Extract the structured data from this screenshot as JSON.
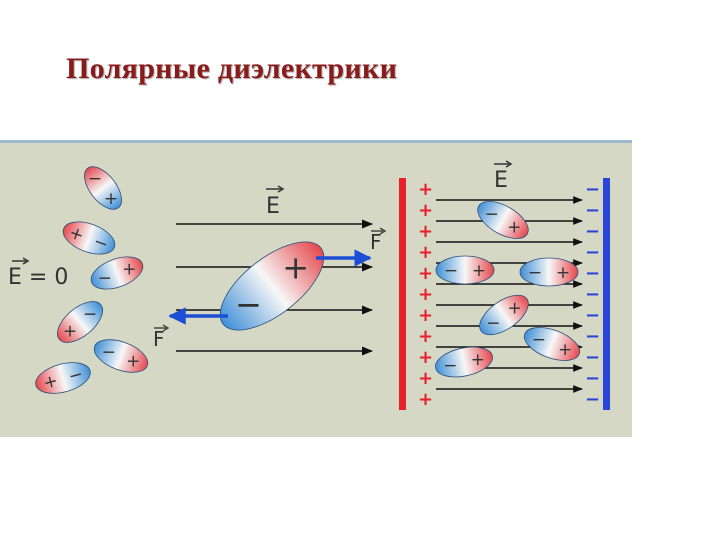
{
  "slide": {
    "title": "Полярные диэлектрики"
  },
  "panel_a": {
    "field_label": "E = 0",
    "dipoles": [
      {
        "plus": "+",
        "minus": "−"
      },
      {
        "plus": "+",
        "minus": "−"
      },
      {
        "plus": "+",
        "minus": "−"
      },
      {
        "plus": "+",
        "minus": "−"
      },
      {
        "plus": "+",
        "minus": "−"
      },
      {
        "plus": "+",
        "minus": "−"
      }
    ]
  },
  "panel_b": {
    "field_label": "E",
    "force_right_label": "F",
    "force_left_label": "F",
    "dipole_plus": "+",
    "dipole_minus": "−"
  },
  "panel_c": {
    "field_label": "E",
    "left_plate_signs": [
      "+",
      "+",
      "+",
      "+",
      "+",
      "+",
      "+",
      "+",
      "+",
      "+",
      "+"
    ],
    "right_plate_signs": [
      "−",
      "−",
      "−",
      "−",
      "−",
      "−",
      "−",
      "−",
      "−",
      "−",
      "−"
    ],
    "dipole_plus": "+",
    "dipole_minus": "−"
  },
  "colors": {
    "panel_background": "#d6d8c6",
    "plate_positive": "#e8202a",
    "plate_negative": "#2b45d8",
    "dipole_red": "#e8555a",
    "dipole_blue": "#3f8fd6",
    "force_arrow": "#1c4fd6"
  }
}
